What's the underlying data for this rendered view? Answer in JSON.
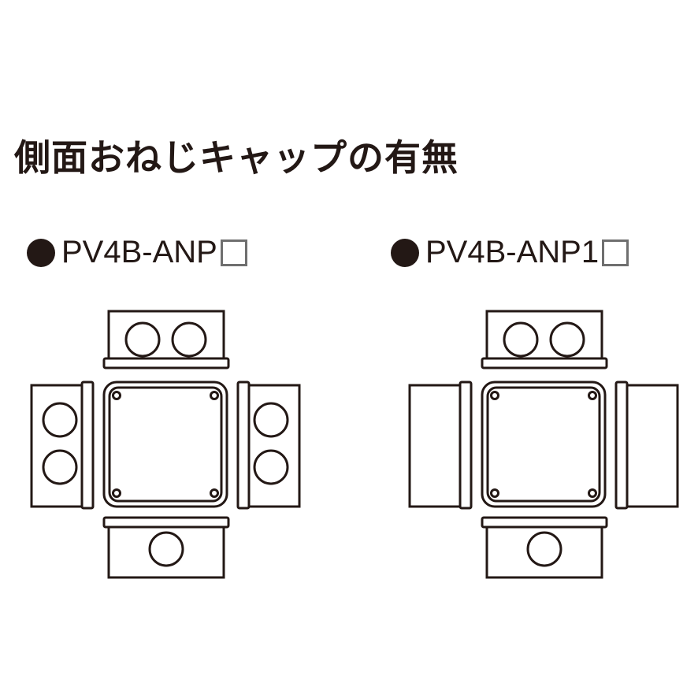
{
  "title": "側面おねじキャップの有無",
  "items": [
    {
      "model": "PV4B-ANP",
      "suffix_box": true,
      "side_holes": true
    },
    {
      "model": "PV4B-ANP1",
      "suffix_box": true,
      "side_holes": false
    }
  ],
  "colors": {
    "line": "#231815",
    "box": "#6f6f6f",
    "fill": "#ffffff"
  }
}
